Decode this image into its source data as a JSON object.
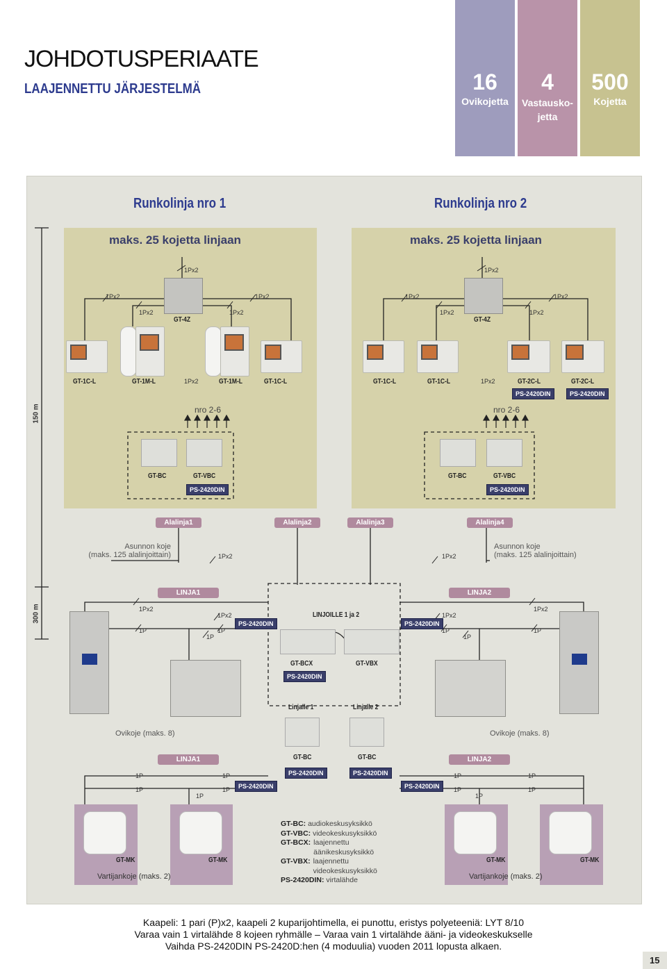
{
  "header": {
    "title": "JOHDOTUSPERIAATE",
    "subtitle": "LAAJENNETTU JÄRJESTELMÄ",
    "stats": [
      {
        "value": "16",
        "label": "Ovikojetta",
        "color": "#9e9cbd"
      },
      {
        "value": "4",
        "label": "Vastausko-\njetta",
        "color": "#b993a9"
      },
      {
        "value": "500",
        "label": "Kojetta",
        "color": "#c7c290"
      }
    ]
  },
  "colors": {
    "panel_bg": "#e3e3dc",
    "inner_bg": "#d6d2aa",
    "accent_blue": "#3a3f6a",
    "pill": "#b08a9e",
    "title_blue": "#2d3b8e"
  },
  "trunk1": {
    "title": "Runkolinja nro 1",
    "max": "maks. 25 kojetta linjaan",
    "unit": "GT-4Z",
    "devices": [
      "GT-1C-L",
      "GT-1M-L",
      "GT-1M-L",
      "GT-1C-L"
    ],
    "nro": "nro 2-6",
    "controllers": [
      "GT-BC",
      "GT-VBC"
    ],
    "ps": "PS-2420DIN"
  },
  "trunk2": {
    "title": "Runkolinja nro 2",
    "max": "maks. 25 kojetta linjaan",
    "unit": "GT-4Z",
    "devices": [
      "GT-1C-L",
      "GT-1C-L",
      "GT-2C-L",
      "GT-2C-L"
    ],
    "device_ps": "PS-2420DIN",
    "nro": "nro 2-6",
    "controllers": [
      "GT-BC",
      "GT-VBC"
    ],
    "ps": "PS-2420DIN"
  },
  "cable": {
    "pair2": "1Px2",
    "pair1": "1P"
  },
  "distances": {
    "d150": "150 m",
    "d300": "300 m"
  },
  "sublines": [
    "Alalinja1",
    "Alalinja2",
    "Alalinja3",
    "Alalinja4"
  ],
  "apartment": {
    "left": "Asunnon koje\n(maks. 125 alalinjoittain)",
    "right": "Asunnon koje\n(maks. 125 alalinjoittain)"
  },
  "lines": {
    "l1": "LINJA1",
    "l2": "LINJA2",
    "center": "LINJOILLE 1 ja 2",
    "bcx": "GT-BCX",
    "vbx": "GT-VBX",
    "ps": "PS-2420DIN",
    "to1": "Linjalle 1",
    "to2": "Linjalle 2",
    "bc": "GT-BC"
  },
  "entrance": {
    "left": "Ovikoje (maks. 8)",
    "right": "Ovikoje (maks. 8)"
  },
  "guard": {
    "device": "GT-MK",
    "left": "Vartijankoje (maks. 2)",
    "right": "Vartijankoje (maks. 2)"
  },
  "legend": [
    {
      "k": "GT-BC:",
      "v": "audiokeskusyksikkö"
    },
    {
      "k": "GT-VBC:",
      "v": "videokeskusyksikkö"
    },
    {
      "k": "GT-BCX:",
      "v": "laajennettu\näänikeskusyksikkö"
    },
    {
      "k": "GT-VBX:",
      "v": "laajennettu\nvideokeskusyksikkö"
    },
    {
      "k": "PS-2420DIN:",
      "v": "virtalähde"
    }
  ],
  "footer": [
    "Kaapeli: 1 pari (P)x2, kaapeli 2 kuparijohtimella, ei punottu, eristys polyeteeniä: LYT 8/10",
    "Varaa vain 1 virtalähde 8 kojeen ryhmälle – Varaa vain 1 virtalähde ääni- ja videokeskukselle",
    "Vaihda PS-2420DIN PS-2420D:hen (4 moduulia) vuoden 2011 lopusta alkaen."
  ],
  "page_number": "15"
}
